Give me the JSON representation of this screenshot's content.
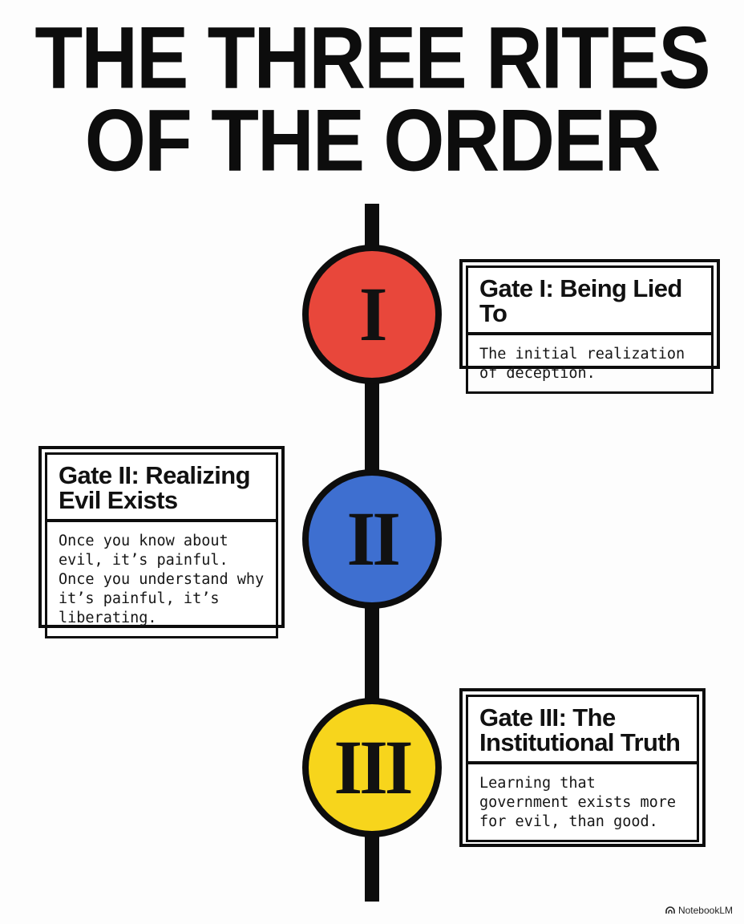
{
  "title": {
    "line1": "THE THREE RITES",
    "line2": "OF THE ORDER"
  },
  "gates": [
    {
      "numeral": "I",
      "color": "#e8473b",
      "heading": "Gate I: Being Lied To",
      "body": "The initial realization of deception."
    },
    {
      "numeral": "II",
      "color": "#3e6fd0",
      "heading": "Gate II: Realizing Evil Exists",
      "body": "Once you know about evil, it’s painful. Once you understand why it’s painful, it’s liberating."
    },
    {
      "numeral": "III",
      "color": "#f7d51c",
      "heading": "Gate III: The Institutional Truth",
      "body": "Learning that government exists more for evil, than good."
    }
  ],
  "footer": {
    "brand": "NotebookLM",
    "icon": "notebooklm-logo-icon"
  }
}
